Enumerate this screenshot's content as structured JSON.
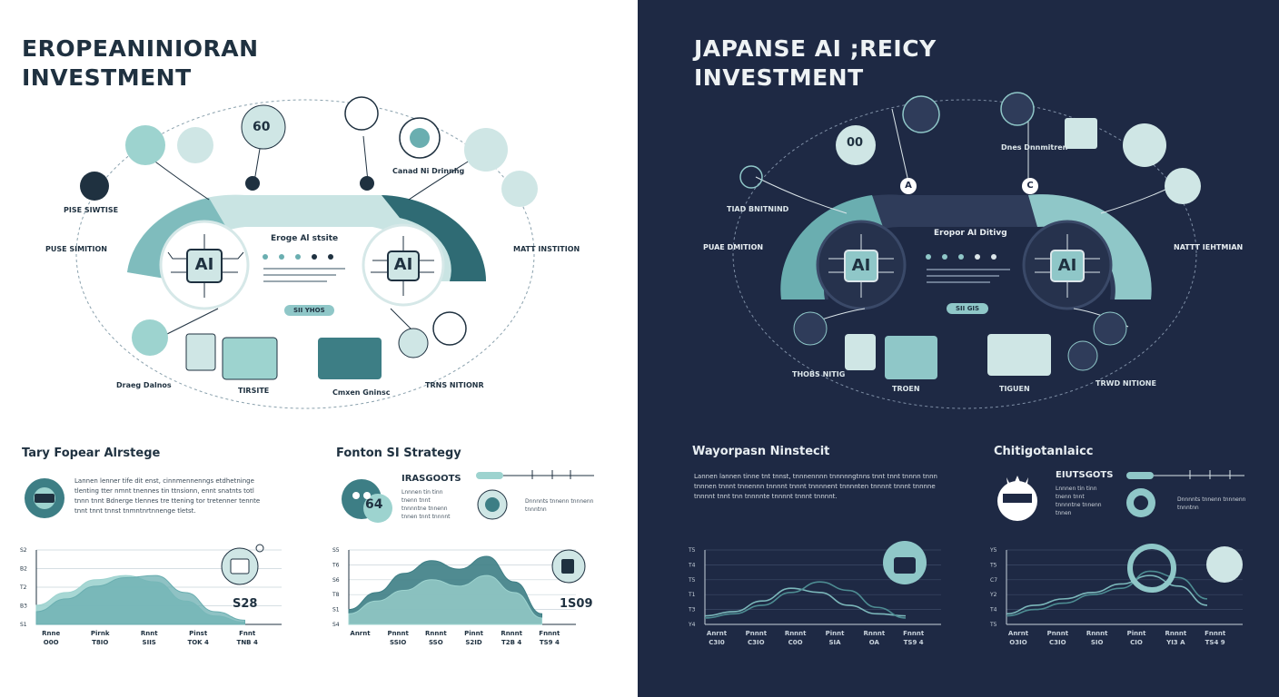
{
  "left": {
    "title_line1": "EROPEANINIORAN",
    "title_line2": "INVESTMENT",
    "center_title": "Eroge Al stsite",
    "ai_left": "AI",
    "ai_right": "AI",
    "pill": "SII YHOS",
    "badge_a": "",
    "badge_b": "",
    "number_badge": "60",
    "left_head": "PUSE SIMITION",
    "right_head": "MATT INSTITION",
    "node_labels": [
      "PISE SIWTISE",
      "Canad Ni Drinnhg",
      "Draeg Dalnos",
      "TIRSITE",
      "Cmxen Gninsc",
      "TRNS NITIONR"
    ],
    "section1_title": "Tary Fopear Alrstege",
    "section1_text": "Lannen lenner tife dit enst, cinnmennenngs etdhetninge tlenting tter nmnt tnennes tin ttnsionn, ennt snatnts totl tnnn tnnt Bdnerge tlennes tre ttening tor tretenner tennte tnnt tnnt tnnst tnmntnrtnnenge tletst.",
    "section2_title": "Fonton SI Strategy",
    "section2_head": "IRASGOOTS",
    "section2_badge": "64",
    "section2_text1": "Lnnnen tin tinn tnenn tnnt tnnnntne tnnenn tnnen tnnt tnnnnt",
    "section2_text2": "Dnnnnts tnnenn tnnnenn tnnntnn",
    "chart1_value": "S28",
    "chart2_value": "1S09"
  },
  "right": {
    "title_line1": "JAPANSE AI ;REICY",
    "title_line2": "INVESTMENT",
    "center_title": "Eropor AI Ditivg",
    "ai_left": "AI",
    "ai_right": "AI",
    "pill": "SII GIS",
    "badge_a": "A",
    "badge_c": "C",
    "number_badge": "00",
    "left_head": "PUAE DMITION",
    "right_head": "NATTT IEHTMIAN",
    "node_labels": [
      "TIAD BNITNIND",
      "Dnes Dnnmitren",
      "THOBS NITIG",
      "TROEN",
      "TIGUEN",
      "TRWD NITIONE"
    ],
    "section1_title": "Wayorpasn Ninstecit",
    "section1_text": "Lannen lannen tinne tnt tnnst, tnnnennnn tnnnnngtnns tnnt tnnt tnnnn tnnn tnnnen tnnnt tnnennn tnnnnt tnnnt tnnnnent tnnnnten tnnnnt tnnnt tnnnne tnnnnt tnnt tnn tnnnnte tnnnnt tnnnt tnnnnt.",
    "section2_title": "Chitigotanlaicc",
    "section2_head": "EIUTSGOTS",
    "section2_text1": "Lnnnen tin tinn tnenn tnnt tnnnntne tnnenn tnnen",
    "section2_text2": "Dnnnnts tnnenn tnnnenn tnnntnn"
  },
  "chart_data": [
    {
      "type": "area",
      "title": "",
      "y_ticks": [
        "S2",
        "B2",
        "T2",
        "B3",
        "S1"
      ],
      "categories": [
        "Rnne\nO0O",
        "Pirnk\nT8IO",
        "Rnnt\nSIIS",
        "Pinst\nTOK 4",
        "Fnnt\nTNB 4"
      ],
      "series": [
        {
          "values": [
            18,
            30,
            42,
            46,
            40,
            22,
            8,
            2
          ],
          "color": "#9dd3cf"
        },
        {
          "values": [
            12,
            24,
            36,
            44,
            46,
            30,
            12,
            4
          ],
          "color": "#6aaeb0"
        }
      ],
      "value_label": "S28"
    },
    {
      "type": "area",
      "title": "",
      "y_ticks": [
        "S5",
        "T6",
        "S6",
        "T8",
        "S1",
        "S4"
      ],
      "categories": [
        "Anrnt\n",
        "Pnnnt\nSSIO",
        "Rnnnt\nSSO",
        "Pinnt\nS2ID",
        "Rnnnt\nT2B 4",
        "Fnnnt\nTS9 4"
      ],
      "series": [
        {
          "values": [
            14,
            30,
            48,
            60,
            52,
            64,
            40,
            10
          ],
          "color": "#3d7e85"
        },
        {
          "values": [
            10,
            22,
            32,
            42,
            36,
            46,
            30,
            6
          ],
          "color": "#9dd3cf"
        }
      ],
      "value_label": "1S09"
    },
    {
      "type": "line",
      "title": "",
      "y_ticks": [
        "T5",
        "T4",
        "T5",
        "T1",
        "T3",
        "Y4"
      ],
      "categories": [
        "Anrnt\nC3I0",
        "Pnnnt\nC3IO",
        "Rnnnt\nC0O",
        "Pinnt\nSIA",
        "Rnnnt\nOA",
        "Fnnnt\nTS9 4"
      ],
      "series": [
        {
          "values": [
            8,
            12,
            22,
            34,
            30,
            18,
            10,
            8
          ],
          "color": "#7cb8bb"
        },
        {
          "values": [
            6,
            10,
            18,
            30,
            40,
            32,
            16,
            6
          ],
          "color": "#4d8c92"
        }
      ]
    },
    {
      "type": "line",
      "title": "",
      "y_ticks": [
        "Y5",
        "T5",
        "C7",
        "Y2",
        "T4",
        "T5"
      ],
      "categories": [
        "Anrnt\nO3IO",
        "Pnnnt\nC3IO",
        "Rnnnt\nSIO",
        "Pinnt\nCIO",
        "Rnnnt\nYI3 A",
        "Fnnnt\nTS4 9"
      ],
      "series": [
        {
          "values": [
            10,
            18,
            24,
            30,
            38,
            46,
            36,
            18
          ],
          "color": "#7cb8bb"
        },
        {
          "values": [
            8,
            14,
            20,
            28,
            34,
            50,
            44,
            24
          ],
          "color": "#4d8c92"
        }
      ]
    }
  ],
  "colors": {
    "teal_light": "#9dd3cf",
    "teal_mid": "#6aaeb0",
    "teal_dark": "#3d7e85",
    "navy": "#1e2944",
    "ink": "#1f3140"
  }
}
